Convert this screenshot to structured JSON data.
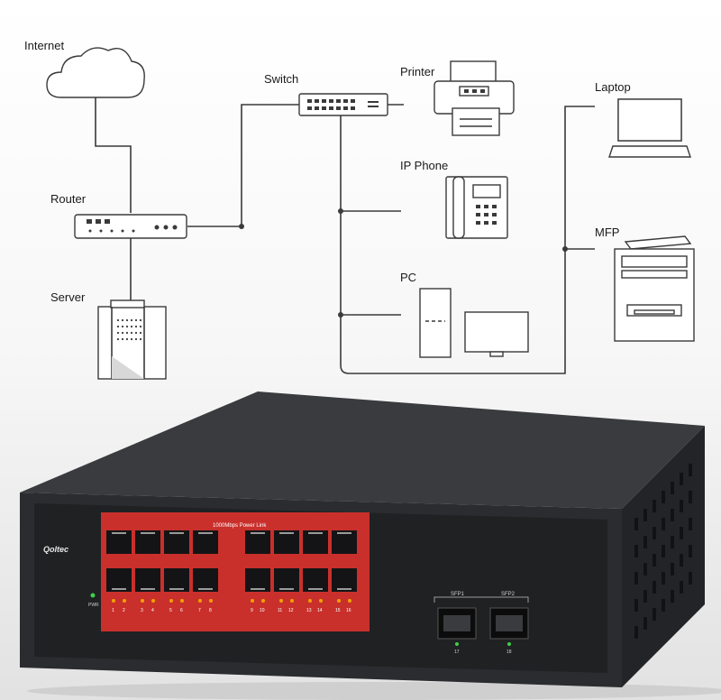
{
  "labels": {
    "internet": "Internet",
    "switch": "Switch",
    "printer": "Printer",
    "laptop": "Laptop",
    "router": "Router",
    "ip_phone": "IP Phone",
    "mfp": "MFP",
    "pc": "PC",
    "server": "Server"
  },
  "device": {
    "brand": "Qoltec",
    "port_strip_label": "1000Mbps Power Link",
    "pwr": "PWR",
    "sfp1": "SFP1",
    "sfp2": "SFP2",
    "sfp1_num": "17",
    "sfp2_num": "18",
    "port_numbers": [
      "1",
      "2",
      "3",
      "4",
      "5",
      "6",
      "7",
      "8",
      "9",
      "10",
      "11",
      "12",
      "13",
      "14",
      "15",
      "16"
    ]
  },
  "colors": {
    "line": "#3a3a3a",
    "chassis": "#2b2c2f",
    "port_strip": "#c9302c",
    "led": "#f2a100",
    "led_green": "#3fcf4a"
  }
}
